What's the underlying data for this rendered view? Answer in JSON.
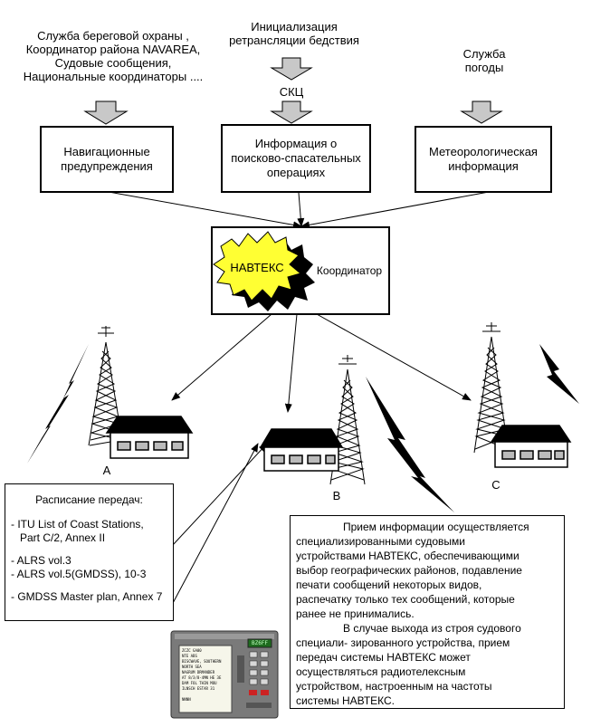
{
  "sources": {
    "left": [
      "Служба береговой охраны ,",
      "Координатор района NAVAREA,",
      "Судовые сообщения,",
      "Национальные координаторы ...."
    ],
    "middle": [
      "Инициализация",
      "ретрансляции бедствия"
    ],
    "skc": "СКЦ",
    "right": [
      "Служба",
      "погоды"
    ]
  },
  "boxes": {
    "nav": [
      "Навигационные",
      "предупреждения"
    ],
    "sar": [
      "Информация о",
      "поисково-спасательных",
      "операциях"
    ],
    "met": [
      "Метеорологическая",
      "информация"
    ]
  },
  "coordinator": {
    "star": "НАВТЕКС",
    "label": "Координатор"
  },
  "stations": {
    "a": "A",
    "b": "B",
    "c": "C"
  },
  "schedule": {
    "title": "Расписание передач:",
    "lines": [
      "- ITU List of Coast Stations,",
      "   Part C/2, Annex II",
      "",
      "- ALRS vol.3",
      "- ALRS vol.5(GMDSS), 10-3",
      "",
      "- GMDSS Master plan, Annex 7"
    ]
  },
  "info": {
    "lines": [
      "Прием информации осуществляется",
      "специализированными судовыми",
      "устройствами НАВТЕКС, обеспечивающими",
      "выбор географических районов, подавление",
      "печати сообщений некоторых видов,",
      "распечатку только  тех сообщений, которые",
      "ранее не принимались.",
      "В случае выхода из строя судового",
      "специали- зированного устройства, прием",
      "передач системы НАВТЕКС  может",
      "осуществляться  радиотелексным",
      "устройством, настроенным на частоты",
      "системы НАВТЕКС."
    ]
  },
  "receiver": {
    "printout": [
      "ZCZC GA00",
      "NTE ABS",
      "BISCWAVE, SOUTHERN",
      "NORTH SEA",
      "NAGRUM DRMANDER",
      "AT 8/3/8-4MN HE 3E",
      "DAM FOL THIN MOU",
      "ILNSCH ESTAR 31",
      "",
      "NNNN"
    ],
    "display": "BZ6FF",
    "colors": {
      "body": "#7a7a7a",
      "display": "#1e6b1e",
      "keys_red": "#cc2222"
    }
  }
}
